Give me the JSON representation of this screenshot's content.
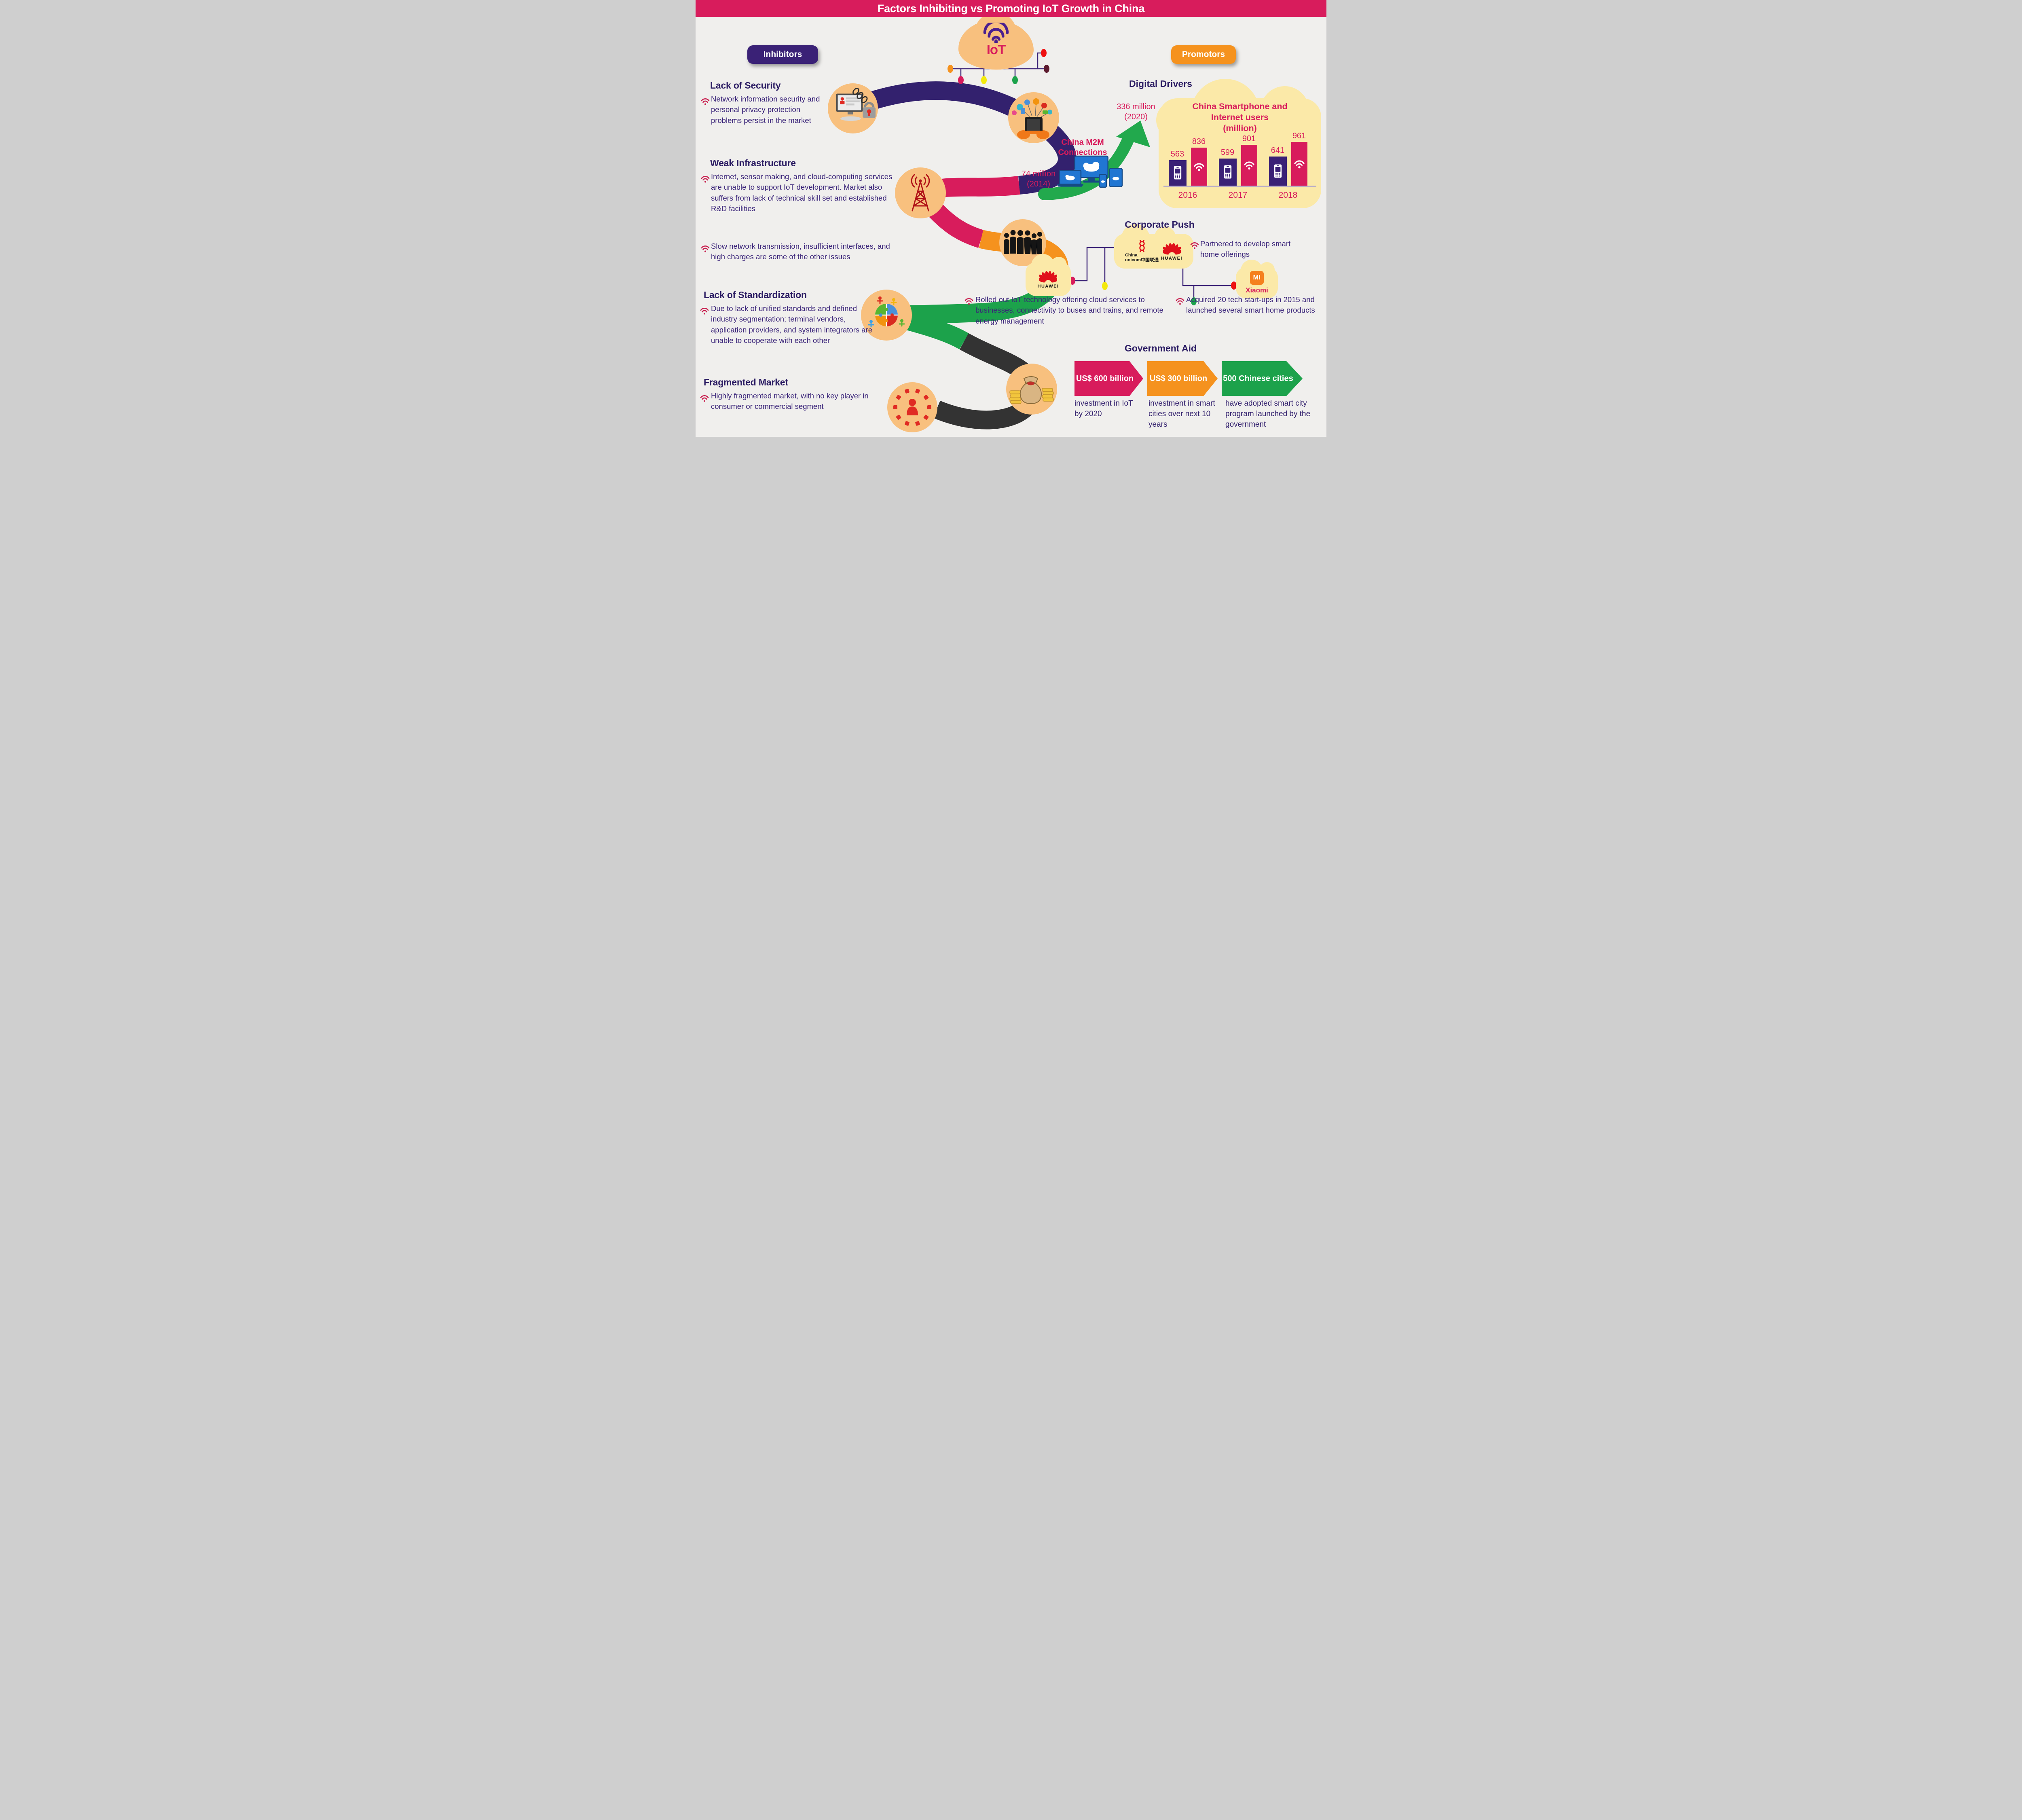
{
  "title": "Factors Inhibiting vs Promoting IoT Growth in China",
  "badges": {
    "inhibitors": "Inhibitors",
    "promotors": "Promotors"
  },
  "iot_cloud": {
    "label": "IoT"
  },
  "inhibitors": {
    "sections": [
      {
        "heading": "Lack of Security",
        "body": "Network information security and personal privacy protection problems persist in the market"
      },
      {
        "heading": "Weak Infrastructure",
        "body": "Internet, sensor making, and cloud-computing services are unable to support IoT development. Market also suffers from lack of technical skill set and established R&D facilities"
      },
      {
        "heading": "",
        "body": "Slow network transmission, insufficient interfaces, and high charges are some of the other issues"
      },
      {
        "heading": "Lack of Standardization",
        "body": "Due to lack of unified standards and defined industry segmentation; terminal vendors, application providers, and system integrators are unable to cooperate with each other"
      },
      {
        "heading": "Fragmented Market",
        "body": "Highly fragmented market, with no key player in consumer or commercial segment"
      }
    ]
  },
  "digital_drivers": {
    "heading": "Digital Drivers",
    "m2m_label": "China M2M Connections",
    "from_value": "74 million",
    "from_year": "(2014)",
    "to_value": "336 million",
    "to_year": "(2020)"
  },
  "chart_data": {
    "type": "bar",
    "title": "China Smartphone and Internet users (million)",
    "title_lines": [
      "China Smartphone and",
      "Internet users",
      "(million)"
    ],
    "categories": [
      "2016",
      "2017",
      "2018"
    ],
    "series": [
      {
        "name": "smartphone-users",
        "icon": "phone-icon",
        "color": "#3A2176",
        "values": [
          563,
          599,
          641
        ]
      },
      {
        "name": "internet-users",
        "icon": "wifi-icon",
        "color": "#D81C5C",
        "values": [
          836,
          901,
          961
        ]
      }
    ],
    "ylim": [
      0,
      1000
    ],
    "legend": "none",
    "grid": false
  },
  "corporate_push": {
    "heading": "Corporate Push",
    "huawei_label": "HUAWEI",
    "unicom_label_en": "China",
    "unicom_label_en2": "unicom",
    "unicom_label_cn": "中国联通",
    "xiaomi_mi": "MI",
    "xiaomi_label": "Xiaomi",
    "bullet_partnered": "Partnered to develop smart home offerings",
    "bullet_rolled": "Rolled out IoT technology offering cloud services to businesses, connectivity to buses and trains, and remote energy management",
    "bullet_acquired": "Acquired 20 tech start-ups in 2015 and launched several smart home products"
  },
  "government_aid": {
    "heading": "Government Aid",
    "items": [
      {
        "label": "US$ 600 billion",
        "color": "#D81C5C",
        "caption": "investment in IoT by 2020"
      },
      {
        "label": "US$ 300 billion",
        "color": "#F5921E",
        "caption": "investment in smart cities over next 10 years"
      },
      {
        "label": "500 Chinese cities",
        "color": "#1CA24B",
        "caption": "have adopted smart city program launched by the government"
      }
    ]
  },
  "colors": {
    "title_bar": "#D81C5C",
    "background": "#F0EFED",
    "inhibitor_badge": "#3A2176",
    "promotor_badge": "#F5921E",
    "band_purple": "#33216E",
    "band_pink": "#D81C5C",
    "band_orange": "#F5921E",
    "band_green": "#1CA24B",
    "band_black": "#333333",
    "peach_circle": "#F8C07E",
    "yellow_cloud": "#FBE9A8",
    "text": "#3A2479",
    "accent_pink": "#D81C5C",
    "green_arrow": "#22A94D"
  }
}
